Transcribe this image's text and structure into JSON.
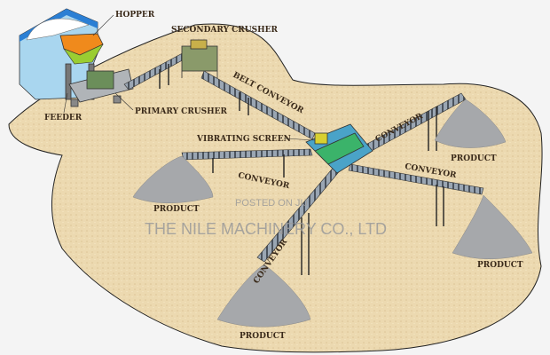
{
  "labels": {
    "hopper": "HOPPER",
    "secondary_crusher": "SECONDARY CRUSHER",
    "belt_conveyor": "BELT CONVEYOR",
    "feeder": "FEEDER",
    "primary_crusher": "PRIMARY CRUSHER",
    "vibrating_screen": "VIBRATING SCREEN",
    "conveyor": "CONVEYOR",
    "product": "PRODUCT"
  },
  "watermark": {
    "line1": "POSTED ON JIJ",
    "line2": "THE NILE MACHINERY CO., LTD"
  },
  "colors": {
    "ground": "#ecd9b0",
    "conveyor": "#8e9aa8",
    "pile": "#a6a8ab",
    "hopper": "#f08a1c",
    "wall": "#a9d6ef"
  }
}
